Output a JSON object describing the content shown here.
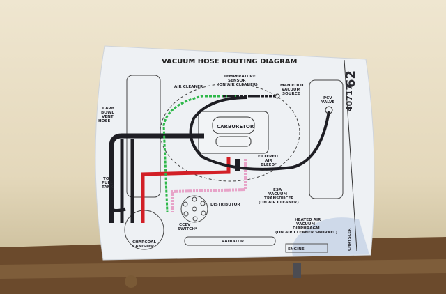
{
  "sticker": {
    "title": "VACUUM HOSE ROUTING DIAGRAM",
    "part_number": "4071762",
    "part_number_small": "40717",
    "part_number_large": "62",
    "labels": {
      "temperature_sensor": [
        "TEMPERATURE",
        "SENSOR",
        "(ON AIR CLEANER)"
      ],
      "air_cleaner": "AIR CLEANER",
      "manifold_vacuum": [
        "MANIFOLD",
        "VACUUM",
        "SOURCE"
      ],
      "pcv_valve": [
        "PCV",
        "VALVE"
      ],
      "carb_bowl_vent": [
        "CARB",
        "BOWL",
        "VENT",
        "HOSE"
      ],
      "carburetor": "CARBURETOR",
      "filtered_air_bleed": [
        "FILTERED",
        "AIR",
        "BLEED*"
      ],
      "to_fuel_tank": [
        "TO",
        "FUEL",
        "TANK"
      ],
      "esa_vacuum": [
        "ESA",
        "VACUUM",
        "TRANSDUCER",
        "(ON AIR CLEANER)"
      ],
      "distributor": "DISTRIBUTOR",
      "ccev_switch": [
        "CCEV",
        "SWITCH*"
      ],
      "heated_air": [
        "HEATED AIR",
        "VACUUM",
        "DIAPHRAGM",
        "(ON AIR CLEANER SNORKEL)"
      ],
      "charcoal_canister": [
        "CHARCOAL",
        "CANISTER"
      ],
      "radiator": "RADIATOR",
      "engine": "ENGINE",
      "brand": "CHRYSLER"
    }
  },
  "colors": {
    "wall": "#e9dfc6",
    "floor": "#6b4a2c",
    "sticker": "#eef1f4",
    "hose_black": "#1e1e24",
    "hose_red": "#d21f26",
    "hose_green": "#2eb84a",
    "hose_pink": "#e7a3c8"
  }
}
